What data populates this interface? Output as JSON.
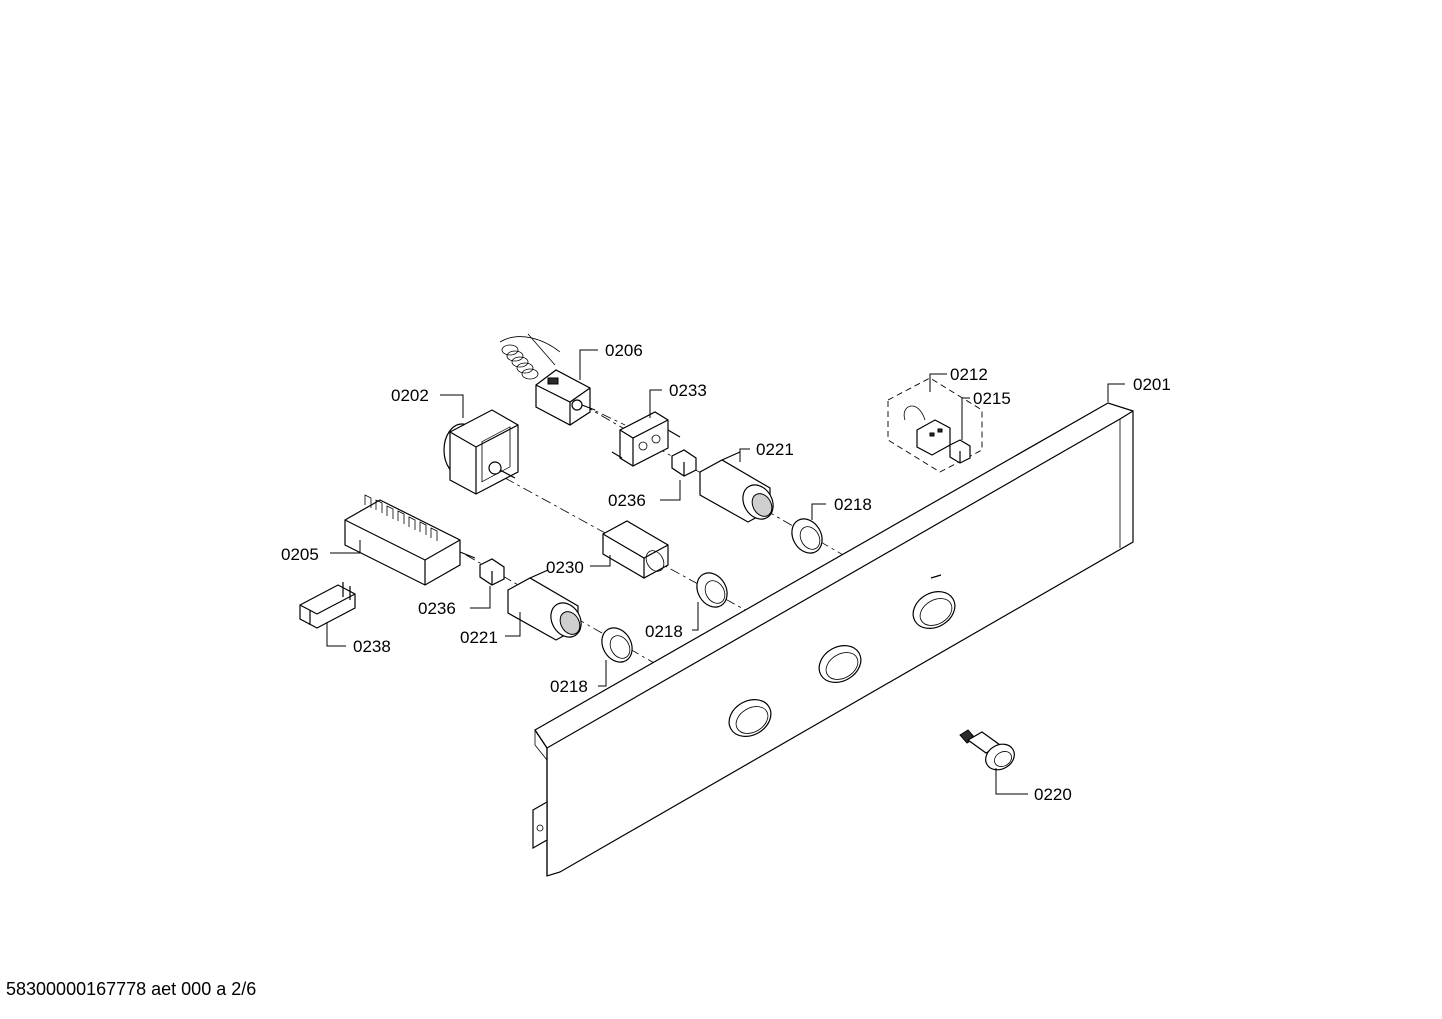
{
  "diagram": {
    "labels": {
      "p0206": "0206",
      "p0202": "0202",
      "p0233": "0233",
      "p0212": "0212",
      "p0215": "0215",
      "p0201": "0201",
      "p0221a": "0221",
      "p0236a": "0236",
      "p0218a": "0218",
      "p0205": "0205",
      "p0230": "0230",
      "p0236b": "0236",
      "p0221b": "0221",
      "p0218b": "0218",
      "p0238": "0238",
      "p0218c": "0218",
      "p0220": "0220"
    }
  },
  "footer": {
    "text": "58300000167778 aet 000 a 2/6"
  }
}
